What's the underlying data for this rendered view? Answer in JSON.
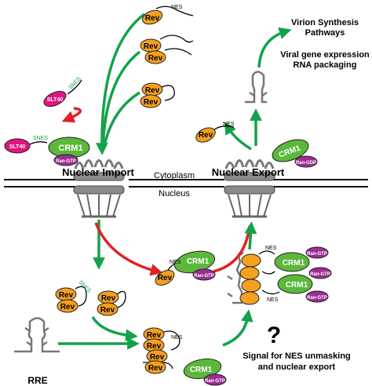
{
  "colors": {
    "rev": "#f5a020",
    "crm1": "#5cb83a",
    "ran": "#9a2f92",
    "slt40": "#e0157f",
    "arrow_green": "#13a24a",
    "arrow_red": "#e22028",
    "membrane": "#111111",
    "rna": "#777777",
    "pore": "#8a8a8a"
  },
  "labels": {
    "nuclear_import": "Nuclear Import",
    "nuclear_export": "Nuclear Export",
    "cytoplasm": "Cytoplasm",
    "nucleus": "Nucleus",
    "virion_line1": "Virion Synthesis",
    "virion_line2": "Pathways",
    "viral_line1": "Viral gene expression",
    "viral_line2": "RNA packaging",
    "rre": "RRE",
    "question": "?",
    "signal_line1": "Signal for NES unmasking",
    "signal_line2": "and nuclear export"
  },
  "molecules": {
    "rev": "Rev",
    "crm1": "CRM1",
    "ran_gtp": "Ran-GTP",
    "ran_gdp": "Ran-GDP",
    "slt40": "SLT40",
    "nes": "NES",
    "snes": "SNES"
  }
}
